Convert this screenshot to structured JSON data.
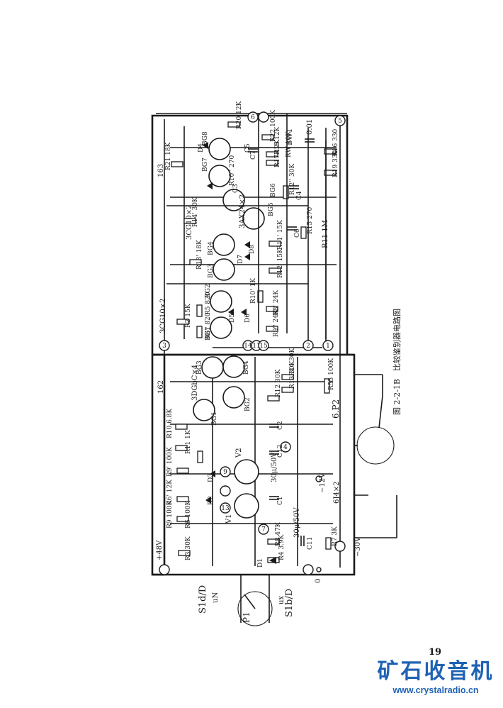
{
  "caption": "图 2-2-1B　比较鉴别器电路图",
  "page_number": "19",
  "watermark": {
    "title": "矿石收音机",
    "url": "www.crystalradio.cn",
    "color": "#1f62b4"
  },
  "boards": {
    "left": "162",
    "right": "163"
  },
  "labels": {
    "plus48": "+48V",
    "minus30": "−30V",
    "minus12": "−12V",
    "zero": "0",
    "tubes": "6J4×2",
    "sw_top": "S1d/D",
    "sw_bottom": "S1b/D",
    "ux": "ux",
    "un": "uN",
    "p1": "P1",
    "p2": "6.P2",
    "bg_left": "3DGbC×4",
    "bg_right": "3CG10×2",
    "bg_pair": "3CG10×2",
    "bg_ax": "3AX24×2",
    "cap_elec1": "30μ/50V",
    "cap_elec2": "30μ/50V",
    "c001": "0.01",
    "bw1": "BW1",
    "r11m": "R11 1M"
  },
  "resistors": [
    "R3 30K",
    "R4 3.9K",
    "R6 100K",
    "R9 100K",
    "R6' 12K",
    "R7 3K",
    "R8 47K",
    "R9' 100K",
    "R10 6.8K",
    "R11 1K",
    "R12 30K",
    "R13 30K",
    "R14 30K",
    "R55 100K",
    "R2 15K",
    "R5 820",
    "R6'' 820",
    "R8' 24K",
    "R9'' 24K",
    "R10' 1K",
    "R11' 15K",
    "R13' 18K",
    "R12' 15K",
    "R14' 30K",
    "R21 18K",
    "R22 100K",
    "R16 330",
    "R17 12K",
    "R18 12K",
    "R19 330",
    "R20 12K",
    "R15 270",
    "R10'' 270",
    "R12'' 30K",
    "RW 10K"
  ],
  "transistors": {
    "left": [
      "BG1",
      "BG2",
      "BG3",
      "BG4"
    ],
    "right": [
      "BG1",
      "BG2",
      "BG3",
      "BG4",
      "BG5",
      "BG6",
      "BG7",
      "BG8"
    ]
  },
  "diodes": [
    "D1",
    "D2",
    "D3",
    "D4",
    "D5",
    "D6",
    "D7",
    "D8"
  ],
  "tubes": [
    "V1",
    "V2"
  ],
  "caps": [
    "C1",
    "C2",
    "C3",
    "C4",
    "C5",
    "C6",
    "C7",
    "C11",
    "C12"
  ],
  "nodes": [
    "1",
    "2",
    "3",
    "4",
    "5",
    "6",
    "7",
    "9",
    "11",
    "13",
    "14",
    "15"
  ]
}
